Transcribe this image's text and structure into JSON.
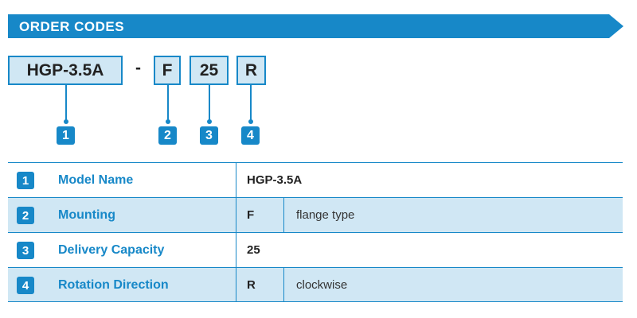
{
  "header": {
    "title": "ORDER CODES"
  },
  "code": {
    "model": "HGP-3.5A",
    "dash": "-",
    "mounting": "F",
    "capacity": "25",
    "rotation": "R"
  },
  "callouts": [
    "1",
    "2",
    "3",
    "4"
  ],
  "table": {
    "rows": [
      {
        "num": "1",
        "label": "Model Name",
        "code": "HGP-3.5A",
        "desc": ""
      },
      {
        "num": "2",
        "label": "Mounting",
        "code": "F",
        "desc": "flange type"
      },
      {
        "num": "3",
        "label": "Delivery Capacity",
        "code": "25",
        "desc": ""
      },
      {
        "num": "4",
        "label": "Rotation Direction",
        "code": "R",
        "desc": "clockwise"
      }
    ]
  },
  "colors": {
    "accent": "#1788c8",
    "shade": "#d0e7f4"
  }
}
